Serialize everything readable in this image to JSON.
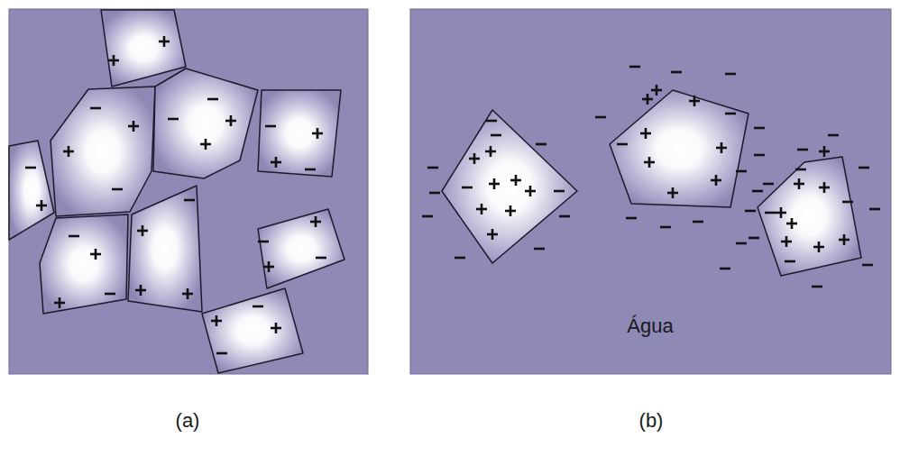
{
  "diagram": {
    "labels": [
      "Água",
      "(a)",
      "(b)"
    ]
  }
}
